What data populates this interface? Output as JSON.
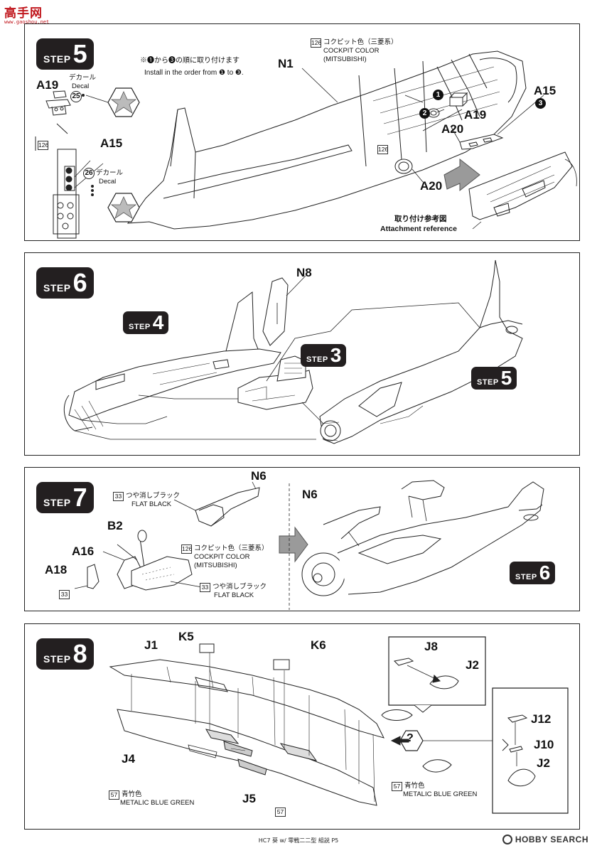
{
  "site": {
    "name": "高手网",
    "domain": "www.gaoshou.net"
  },
  "steps": {
    "s5": {
      "word": "STEP",
      "num": "5",
      "order_jp": "※❶から❸の順に取り付けます",
      "order_en": "Install in the order from ❶ to ❸.",
      "color_no": "126",
      "color_jp": "コクピット色（三菱系）",
      "color_en": "COCKPIT COLOR",
      "color_sub": "(MITSUBISHI)",
      "parts": {
        "n1": "N1",
        "a19a": "A19",
        "a15a": "A15",
        "a19b": "A19",
        "a20a": "A20",
        "a15b": "A15",
        "a20b": "A20"
      },
      "decal_jp": "デカール",
      "decal_en": "Decal",
      "decal_a": "25",
      "decal_b": "26",
      "box_126_a": "126",
      "box_126_b": "126",
      "order_nums": [
        "1",
        "2",
        "3",
        "3"
      ],
      "ref_jp": "取り付け参考図",
      "ref_en": "Attachment reference"
    },
    "s6": {
      "word": "STEP",
      "num": "6",
      "part": "N8",
      "sub4": "4",
      "sub3": "3",
      "sub5": "5"
    },
    "s7": {
      "word": "STEP",
      "num": "7",
      "parts": {
        "n6a": "N6",
        "b2": "B2",
        "a16": "A16",
        "a18": "A18",
        "n6b": "N6"
      },
      "flat_no": "33",
      "flat_jp": "つや消しブラック",
      "flat_en": "FLAT BLACK",
      "cockpit_no": "126",
      "cockpit_jp": "コクピット色（三菱系）",
      "cockpit_en": "COCKPIT COLOR",
      "cockpit_sub": "(MITSUBISHI)",
      "flat2_no": "33",
      "flat2_jp": "つや消しブラック",
      "flat2_en": "FLAT BLACK",
      "a18_no": "33",
      "sub6": "6"
    },
    "s8": {
      "word": "STEP",
      "num": "8",
      "parts": {
        "j1": "J1",
        "k5": "K5",
        "k6": "K6",
        "j4": "J4",
        "j5": "J5",
        "j8": "J8",
        "j2a": "J2",
        "j12": "J12",
        "j10": "J10",
        "j2b": "J2"
      },
      "mbg_no": "57",
      "mbg_jp": "青竹色",
      "mbg_en": "METALIC BLUE GREEN",
      "box57": "57",
      "mbg2_no": "57",
      "mbg2_jp": "青竹色",
      "mbg2_en": "METALIC BLUE GREEN",
      "q": "?"
    }
  },
  "footer": {
    "text": "HC7 葵 w/ 零戦二二型 組説 P5",
    "brand": "HOBBY SEARCH"
  }
}
